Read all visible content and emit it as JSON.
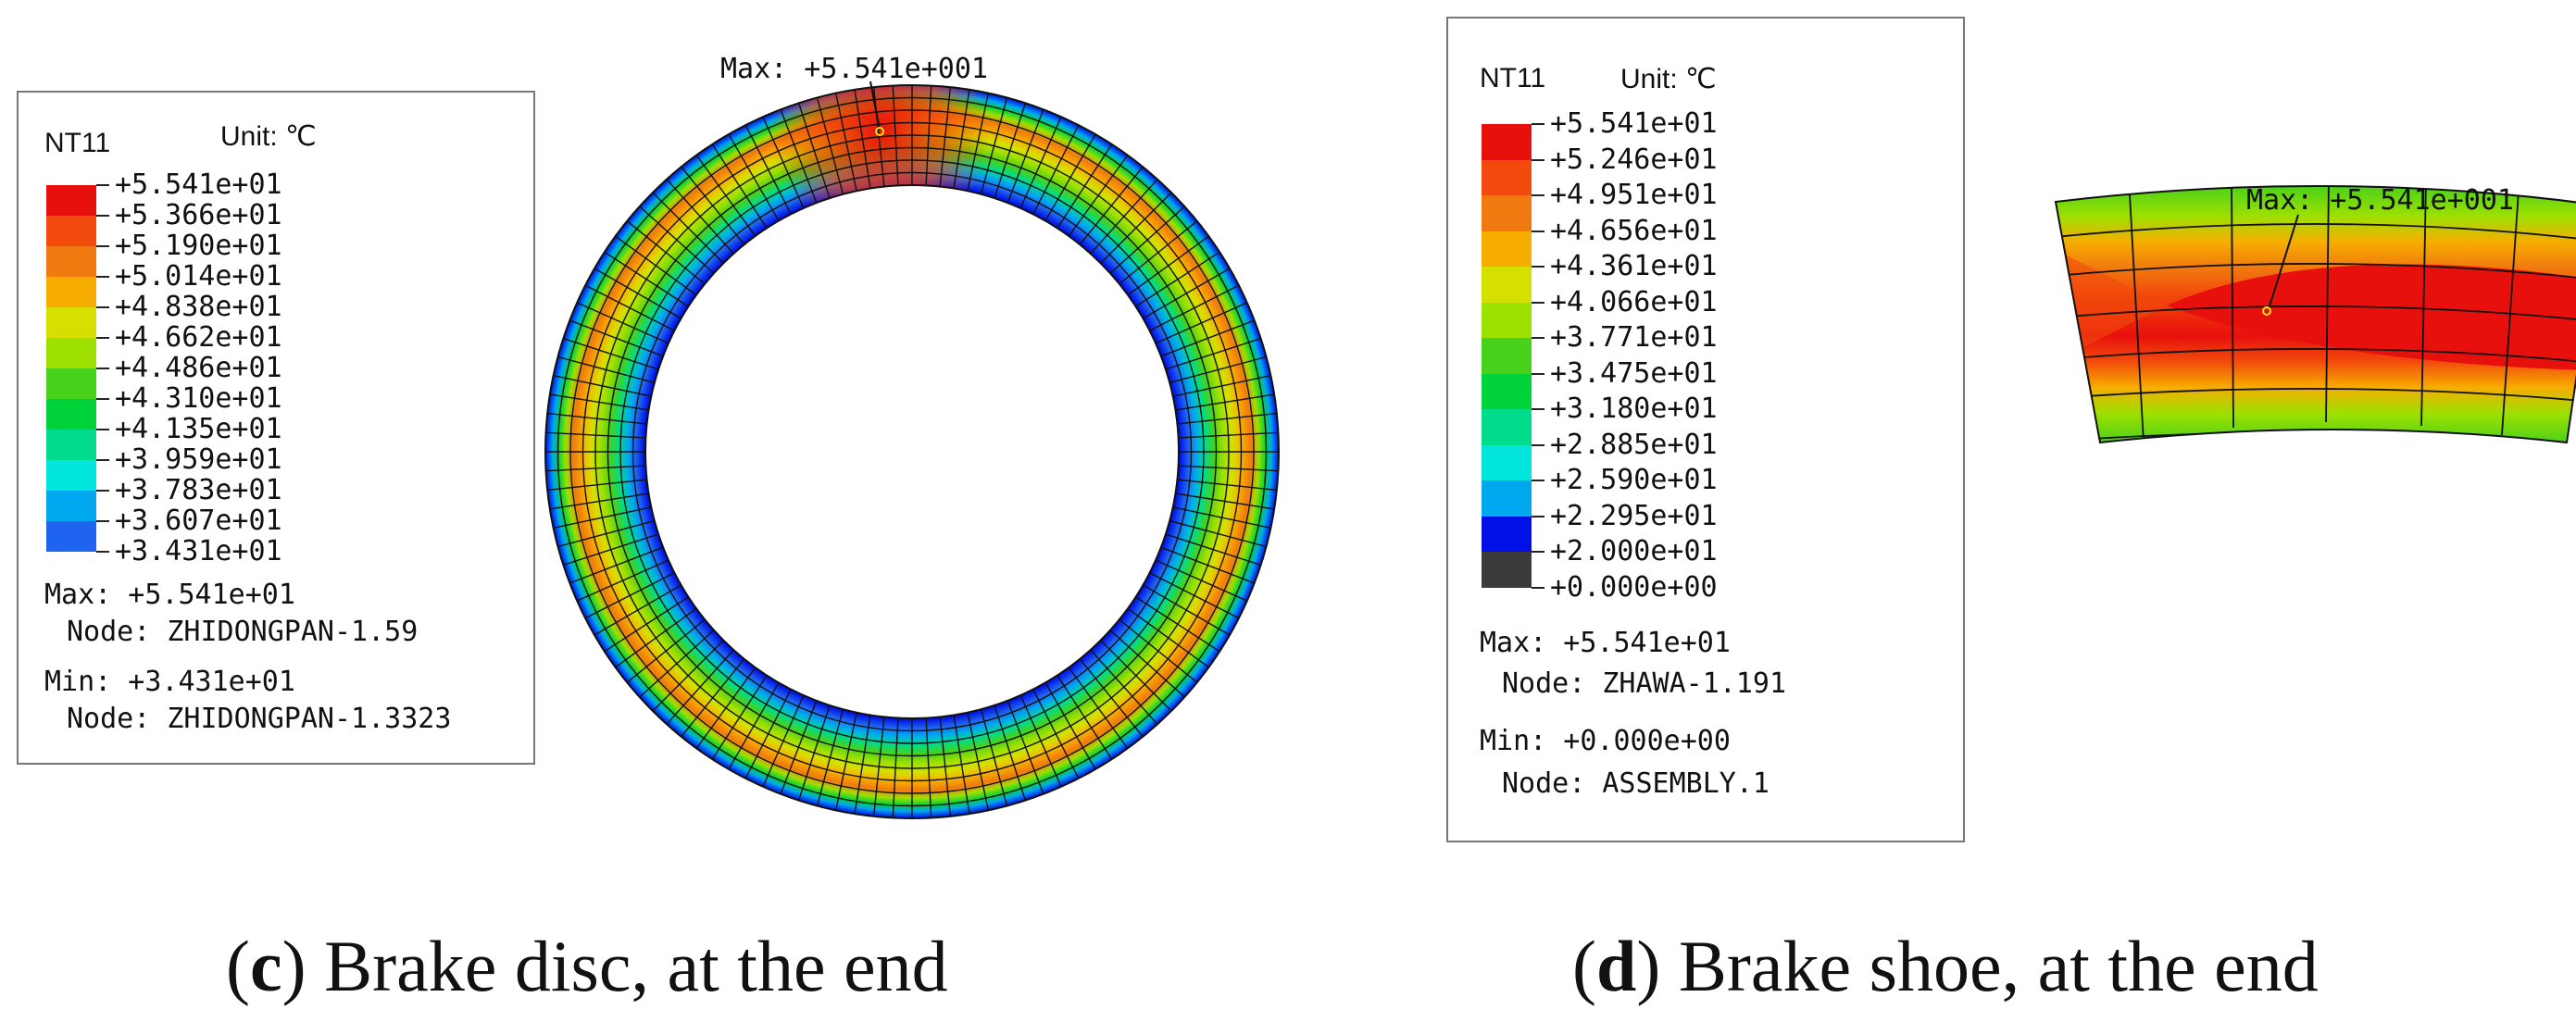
{
  "panel_c": {
    "legend": {
      "variable": "NT11",
      "unit": "Unit: ℃",
      "levels": [
        {
          "label": "+5.541e+01",
          "color": "#e8100d"
        },
        {
          "label": "+5.366e+01",
          "color": "#f24a0c"
        },
        {
          "label": "+5.190e+01",
          "color": "#f07a0f"
        },
        {
          "label": "+5.014e+01",
          "color": "#f7ad00"
        },
        {
          "label": "+4.838e+01",
          "color": "#d6e000"
        },
        {
          "label": "+4.662e+01",
          "color": "#9ee000"
        },
        {
          "label": "+4.486e+01",
          "color": "#48d11a"
        },
        {
          "label": "+4.310e+01",
          "color": "#00d23a"
        },
        {
          "label": "+4.135e+01",
          "color": "#00dc8c"
        },
        {
          "label": "+3.959e+01",
          "color": "#00e6dc"
        },
        {
          "label": "+3.783e+01",
          "color": "#00a8f0"
        },
        {
          "label": "+3.607e+01",
          "color": "#1e64f0"
        },
        {
          "label": "+3.431e+01",
          "color": "#0010e6"
        }
      ],
      "max_value": "Max: +5.541e+01",
      "max_node": "Node: ZHIDONGPAN-1.59",
      "min_value": "Min: +3.431e+01",
      "min_node": "Node: ZHIDONGPAN-1.3323"
    },
    "max_annotation": "Max: +5.541e+001",
    "caption_letter": "c",
    "caption_text": " Brake disc, at the end"
  },
  "panel_d": {
    "legend": {
      "variable": "NT11",
      "unit": "Unit: ℃",
      "levels": [
        {
          "label": "+5.541e+01",
          "color": "#e8100d"
        },
        {
          "label": "+5.246e+01",
          "color": "#f24a0c"
        },
        {
          "label": "+4.951e+01",
          "color": "#f07a0f"
        },
        {
          "label": "+4.656e+01",
          "color": "#f7ad00"
        },
        {
          "label": "+4.361e+01",
          "color": "#d6e000"
        },
        {
          "label": "+4.066e+01",
          "color": "#9ee000"
        },
        {
          "label": "+3.771e+01",
          "color": "#48d11a"
        },
        {
          "label": "+3.475e+01",
          "color": "#00d23a"
        },
        {
          "label": "+3.180e+01",
          "color": "#00dc8c"
        },
        {
          "label": "+2.885e+01",
          "color": "#00e6dc"
        },
        {
          "label": "+2.590e+01",
          "color": "#00a8f0"
        },
        {
          "label": "+2.295e+01",
          "color": "#1e64f0"
        },
        {
          "label": "+2.000e+01",
          "color": "#0010e6"
        },
        {
          "label": "+0.000e+00",
          "color": "#3a3a3a"
        }
      ],
      "max_value": "Max: +5.541e+01",
      "max_node": "Node: ZHAWA-1.191",
      "min_value": "Min: +0.000e+00",
      "min_node": "Node: ASSEMBLY.1"
    },
    "max_annotation": "Max: +5.541e+001",
    "caption_letter": "d",
    "caption_text": " Brake shoe, at the end"
  }
}
